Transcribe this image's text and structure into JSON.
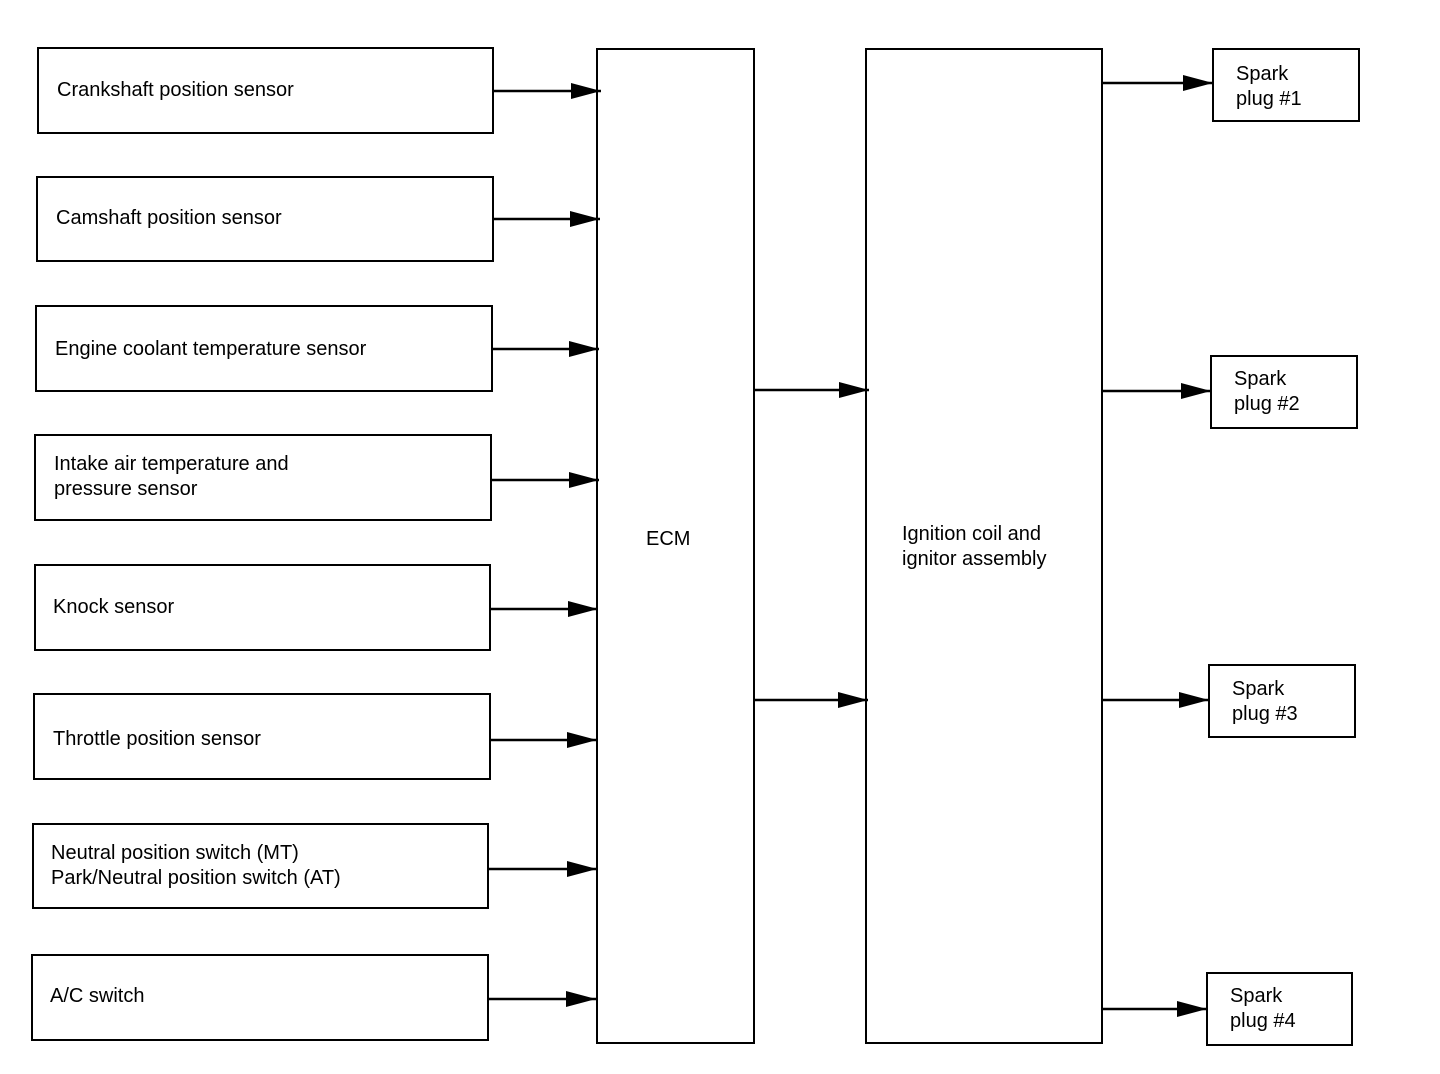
{
  "inputs": [
    {
      "label": "Crankshaft position sensor"
    },
    {
      "label": "Camshaft position sensor"
    },
    {
      "label": "Engine coolant temperature sensor"
    },
    {
      "label": "Intake air temperature and\npressure sensor"
    },
    {
      "label": "Knock sensor"
    },
    {
      "label": "Throttle position sensor"
    },
    {
      "label": "Neutral position switch (MT)\nPark/Neutral position switch (AT)"
    },
    {
      "label": "A/C switch"
    }
  ],
  "ecm": {
    "label": "ECM"
  },
  "ignition": {
    "label": "Ignition coil and\nignitor assembly"
  },
  "outputs": [
    {
      "label": "Spark\nplug #1"
    },
    {
      "label": "Spark\nplug #2"
    },
    {
      "label": "Spark\nplug #3"
    },
    {
      "label": "Spark\nplug #4"
    }
  ]
}
